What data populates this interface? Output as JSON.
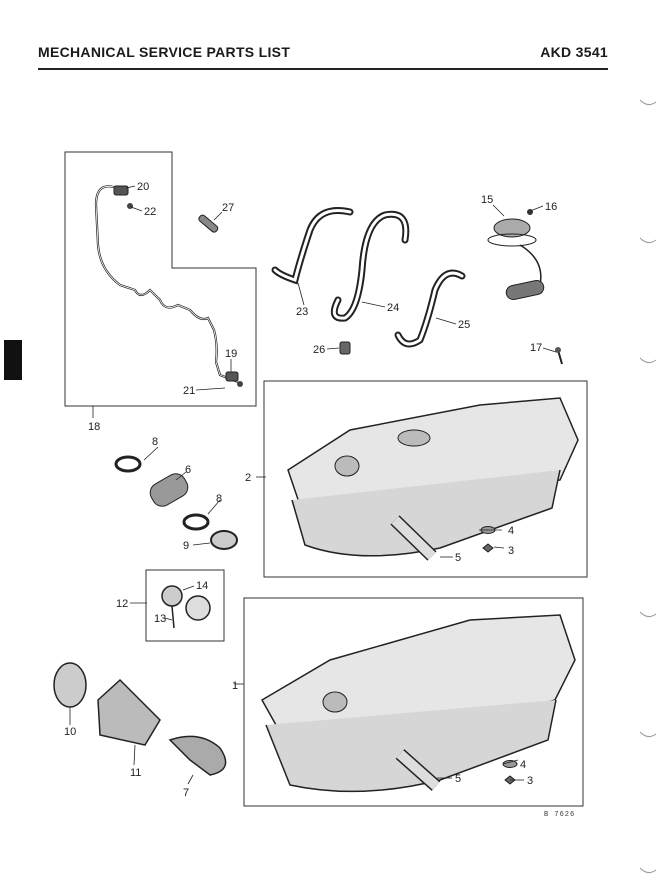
{
  "header": {
    "title": "MECHANICAL SERVICE PARTS LIST",
    "code": "AKD 3541"
  },
  "callouts": [
    "1",
    "2",
    "3",
    "4",
    "5",
    "6",
    "7",
    "8",
    "9",
    "10",
    "11",
    "12",
    "13",
    "14",
    "15",
    "16",
    "17",
    "18",
    "19",
    "20",
    "21",
    "22",
    "23",
    "24",
    "25",
    "26",
    "27"
  ],
  "drawing_ref": "B 7626"
}
